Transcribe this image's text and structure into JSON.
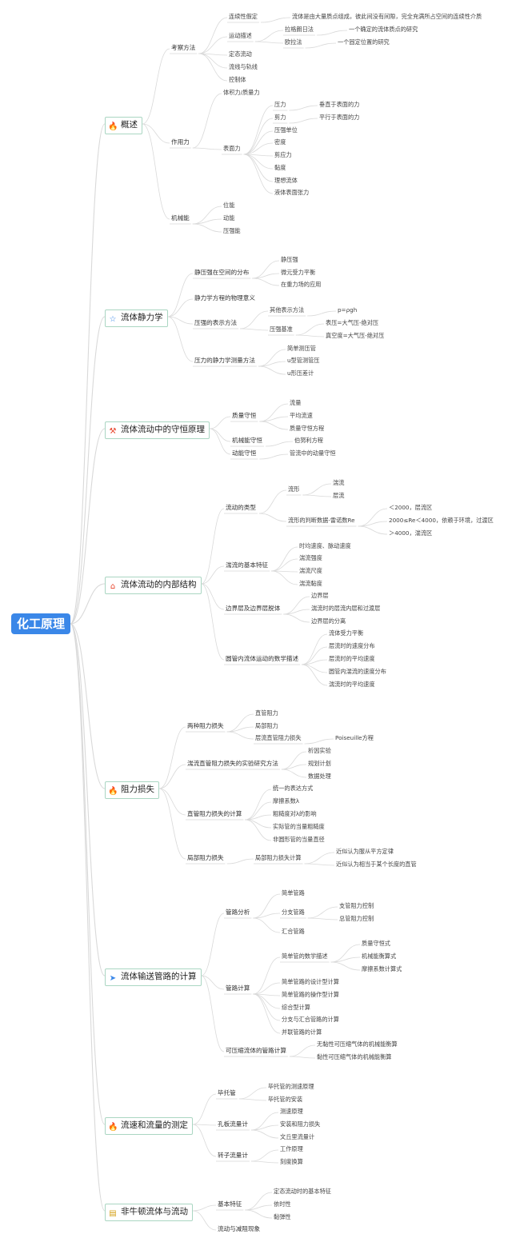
{
  "root": {
    "label": "化工原理"
  },
  "branches": [
    {
      "label": "概述",
      "icon": "fire-icon",
      "children": [
        {
          "label": "考察方法",
          "children": [
            {
              "label": "连续性假定",
              "children": [
                {
                  "label": "流体是由大量质点组成，彼此间没有间隙，完全充满所占空间的连续性介质"
                }
              ]
            },
            {
              "label": "运动描述",
              "children": [
                {
                  "label": "拉格朗日法",
                  "children": [
                    {
                      "label": "一个确定的流体质点的研究"
                    }
                  ]
                },
                {
                  "label": "欧拉法",
                  "children": [
                    {
                      "label": "一个固定位置的研究"
                    }
                  ]
                }
              ]
            },
            {
              "label": "定态流动"
            },
            {
              "label": "流线与轨线"
            },
            {
              "label": "控制体"
            }
          ]
        },
        {
          "label": "作用力",
          "children": [
            {
              "label": "体积力/质量力"
            },
            {
              "label": "表面力",
              "children": [
                {
                  "label": "压力",
                  "children": [
                    {
                      "label": "垂直于表面的力"
                    }
                  ]
                },
                {
                  "label": "剪力",
                  "children": [
                    {
                      "label": "平行于表面的力"
                    }
                  ]
                },
                {
                  "label": "压强单位"
                },
                {
                  "label": "密度"
                },
                {
                  "label": "剪应力"
                },
                {
                  "label": "黏度"
                },
                {
                  "label": "理想流体"
                },
                {
                  "label": "液体表面张力"
                }
              ]
            }
          ]
        },
        {
          "label": "机械能",
          "children": [
            {
              "label": "位能"
            },
            {
              "label": "动能"
            },
            {
              "label": "压强能"
            }
          ]
        }
      ]
    },
    {
      "label": "流体静力学",
      "icon": "star-icon",
      "children": [
        {
          "label": "静压强在空间的分布",
          "children": [
            {
              "label": "静压强"
            },
            {
              "label": "微元受力平衡"
            },
            {
              "label": "在重力场的应用"
            }
          ]
        },
        {
          "label": "静力学方程的物理意义"
        },
        {
          "label": "压强的表示方法",
          "children": [
            {
              "label": "其他表示方法",
              "children": [
                {
                  "label": "p=ρgh"
                }
              ]
            },
            {
              "label": "压强基准",
              "children": [
                {
                  "label": "表压=大气压-绝对压"
                },
                {
                  "label": "真空度=大气压-绝对压"
                }
              ]
            }
          ]
        },
        {
          "label": "压力的静力学测量方法",
          "children": [
            {
              "label": "简单测压管"
            },
            {
              "label": "u型管测管压"
            },
            {
              "label": "u形压差计"
            }
          ]
        }
      ]
    },
    {
      "label": "流体流动中的守恒原理",
      "icon": "wand-icon",
      "children": [
        {
          "label": "质量守恒",
          "children": [
            {
              "label": "流量"
            },
            {
              "label": "平均流速"
            },
            {
              "label": "质量守恒方程"
            }
          ]
        },
        {
          "label": "机械能守恒",
          "children": [
            {
              "label": "伯努利方程"
            }
          ]
        },
        {
          "label": "动能守恒",
          "children": [
            {
              "label": "管流中的动量守恒"
            }
          ]
        }
      ]
    },
    {
      "label": "流体流动的内部结构",
      "icon": "house-icon",
      "children": [
        {
          "label": "流动的类型",
          "children": [
            {
              "label": "流形",
              "children": [
                {
                  "label": "湍流"
                },
                {
                  "label": "层流"
                }
              ]
            },
            {
              "label": "流形的判断数据-雷诺数Re",
              "children": [
                {
                  "label": "＜2000，层流区"
                },
                {
                  "label": "2000≤Re＜4000，依赖于环境，过渡区"
                },
                {
                  "label": "＞4000，湍流区"
                }
              ]
            }
          ]
        },
        {
          "label": "湍流的基本特征",
          "children": [
            {
              "label": "时均速度、脉动速度"
            },
            {
              "label": "湍流强度"
            },
            {
              "label": "湍流尺度"
            },
            {
              "label": "湍流黏度"
            }
          ]
        },
        {
          "label": "边界层及边界层脱体",
          "children": [
            {
              "label": "边界层"
            },
            {
              "label": "湍流时的层流内层和过渡层"
            },
            {
              "label": "边界层的分离"
            }
          ]
        },
        {
          "label": "圆管内流体运动的数学描述",
          "children": [
            {
              "label": "流体受力平衡"
            },
            {
              "label": "层流时的速度分布"
            },
            {
              "label": "层流时的平均速度"
            },
            {
              "label": "圆管内湍流的速度分布"
            },
            {
              "label": "湍流时的平均速度"
            }
          ]
        }
      ]
    },
    {
      "label": "阻力损失",
      "icon": "fire-icon",
      "children": [
        {
          "label": "两种阻力损失",
          "children": [
            {
              "label": "直管阻力"
            },
            {
              "label": "局部阻力"
            },
            {
              "label": "层流直管阻力损失",
              "children": [
                {
                  "label": "Poiseuille方程"
                }
              ]
            }
          ]
        },
        {
          "label": "湍流直管阻力损失的实验研究方法",
          "children": [
            {
              "label": "析因实验"
            },
            {
              "label": "规划计划"
            },
            {
              "label": "数据处理"
            }
          ]
        },
        {
          "label": "直管阻力损失的计算",
          "children": [
            {
              "label": "统一的表达方式"
            },
            {
              "label": "摩擦系数λ"
            },
            {
              "label": "粗糙度对λ的影响"
            },
            {
              "label": "实际管的当量粗糙度"
            },
            {
              "label": "非圆形管的当量直径"
            }
          ]
        },
        {
          "label": "局部阻力损失",
          "children": [
            {
              "label": "局部阻力损失计算",
              "children": [
                {
                  "label": "近似认为服从平方定律"
                },
                {
                  "label": "近似认为相当于某个长度的直管"
                }
              ]
            }
          ]
        }
      ]
    },
    {
      "label": "流体输送管路的计算",
      "icon": "send-icon",
      "children": [
        {
          "label": "管路分析",
          "children": [
            {
              "label": "简单管路"
            },
            {
              "label": "分支管路",
              "children": [
                {
                  "label": "支管阻力控制"
                },
                {
                  "label": "总管阻力控制"
                }
              ]
            },
            {
              "label": "汇合管路"
            }
          ]
        },
        {
          "label": "管路计算",
          "children": [
            {
              "label": "简单管的数学描述",
              "children": [
                {
                  "label": "质量守恒式"
                },
                {
                  "label": "机械能衡算式"
                },
                {
                  "label": "摩擦系数计算式"
                }
              ]
            },
            {
              "label": "简单管路的设计型计算"
            },
            {
              "label": "简单管路的操作型计算"
            },
            {
              "label": "综合型计算"
            },
            {
              "label": "分支与汇合管路的计算"
            },
            {
              "label": "并联管路的计算"
            }
          ]
        },
        {
          "label": "可压缩流体的管路计算",
          "children": [
            {
              "label": "无黏性可压缩气体的机械能衡算"
            },
            {
              "label": "黏性可压缩气体的机械能衡算"
            }
          ]
        }
      ]
    },
    {
      "label": "流速和流量的测定",
      "icon": "fire-icon",
      "children": [
        {
          "label": "毕托管",
          "children": [
            {
              "label": "毕托管的测速原理"
            },
            {
              "label": "毕托管的安装"
            }
          ]
        },
        {
          "label": "孔板流量计",
          "children": [
            {
              "label": "测速原理"
            },
            {
              "label": "安装和阻力损失"
            },
            {
              "label": "文丘里流量计"
            }
          ]
        },
        {
          "label": "转子流量计",
          "children": [
            {
              "label": "工作原理"
            },
            {
              "label": "刻度换算"
            }
          ]
        }
      ]
    },
    {
      "label": "非牛顿流体与流动",
      "icon": "note-icon",
      "children": [
        {
          "label": "基本特征",
          "children": [
            {
              "label": "定态流动时的基本特征"
            },
            {
              "label": "依时性"
            },
            {
              "label": "黏弹性"
            }
          ]
        },
        {
          "label": "流动与减阻现象"
        }
      ]
    }
  ],
  "colors": {
    "root_fill": "#3a87e8",
    "root_text": "#ffffff",
    "branch_border": "#aad6c2",
    "link_line": "#d9d9d9",
    "fire_icon": "#e8452c",
    "star_icon": "#3a87e8",
    "wand_icon": "#e8452c",
    "house_icon": "#e8452c",
    "send_icon": "#3a87e8",
    "note_icon": "#d4a017"
  }
}
